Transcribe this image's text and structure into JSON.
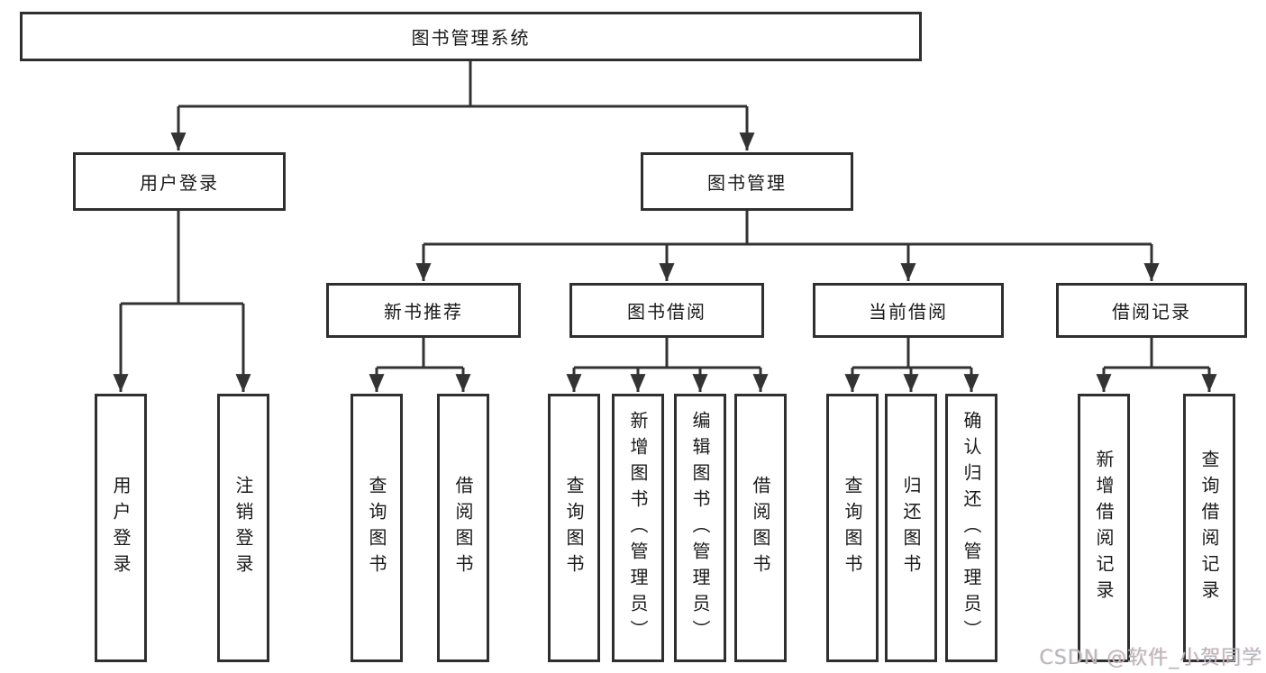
{
  "diagram": {
    "title": "图书管理系统",
    "nodes": {
      "root": "图书管理系统",
      "user_login": "用户登录",
      "book_mgmt": "图书管理",
      "new_book_rec": "新书推荐",
      "book_borrow": "图书借阅",
      "current_borrow": "当前借阅",
      "borrow_record": "借阅记录",
      "leaf_user_login": "用户登录",
      "leaf_logout": "注销登录",
      "leaf_query_book_1": "查询图书",
      "leaf_borrow_book_1": "借阅图书",
      "leaf_query_book_2": "查询图书",
      "leaf_add_book": "新增图书（管理员）",
      "leaf_edit_book": "编辑图书（管理员）",
      "leaf_borrow_book_2": "借阅图书",
      "leaf_query_book_3": "查询图书",
      "leaf_return_book": "归还图书",
      "leaf_confirm_return": "确认归还（管理员）",
      "leaf_add_record": "新增借阅记录",
      "leaf_query_record": "查询借阅记录"
    },
    "colors": {
      "line": "#333333",
      "border": "#2f2f2f",
      "text": "#1a1a1a",
      "watermark": "#b3b8be"
    }
  },
  "watermark": "CSDN @软件_小贺同学"
}
